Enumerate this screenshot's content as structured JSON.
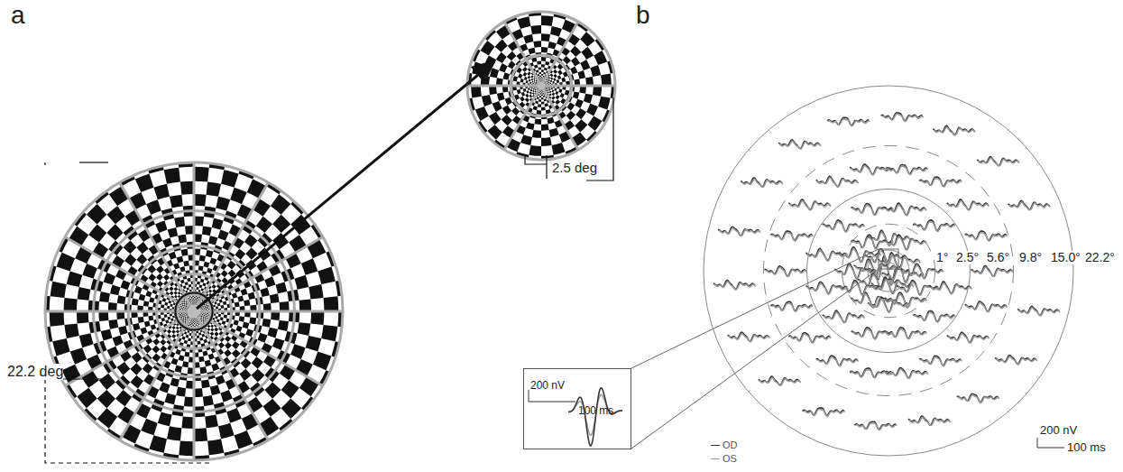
{
  "diagram": {
    "nodes": [
      {
        "text": [
          "200 nV",
          "100 ms"
        ]
      }
    ],
    "labels": [
      "a",
      "b",
      "2.5 deg",
      "22.2 deg",
      "1°",
      "2.5°",
      "5.6°",
      "9.8°",
      "15.0°",
      "22.2°",
      "200 nV",
      "100 ms"
    ],
    "legend": [
      {
        "text": "OD"
      },
      {
        "text": "OS"
      }
    ]
  }
}
